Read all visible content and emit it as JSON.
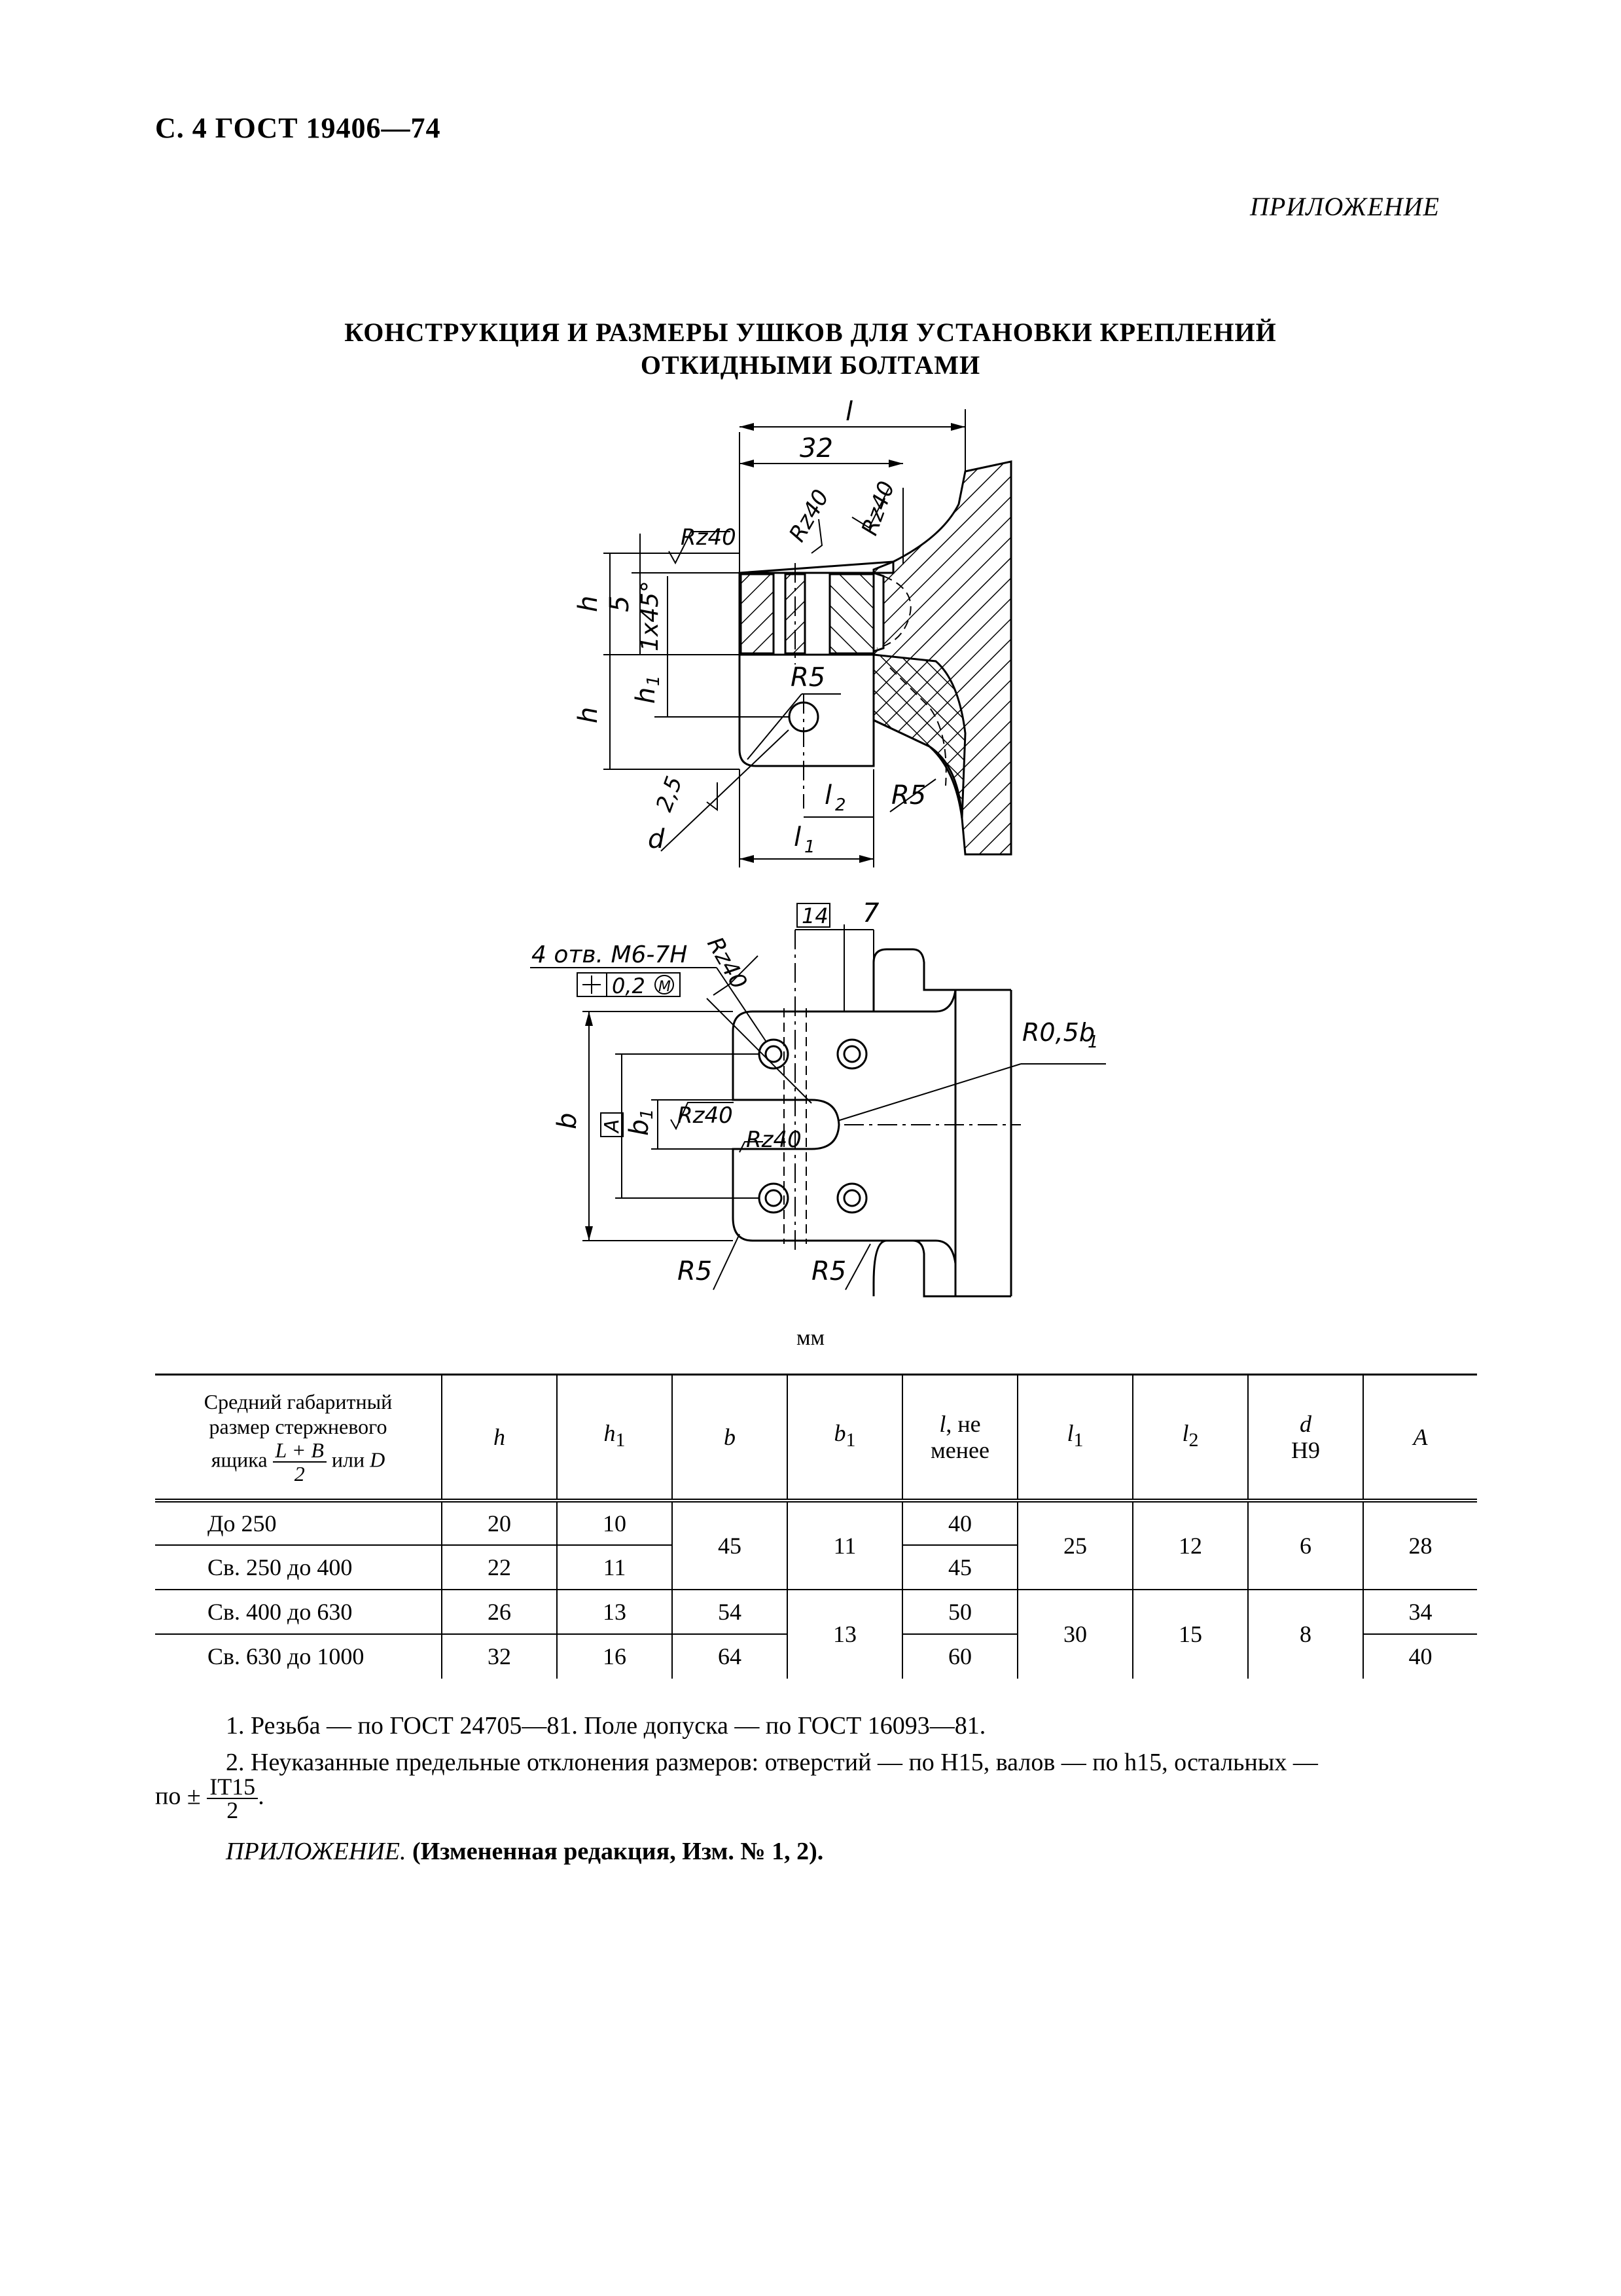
{
  "header": {
    "page": "С. 4 ГОСТ 19406—74",
    "appendix": "ПРИЛОЖЕНИЕ"
  },
  "title": {
    "line1": "КОНСТРУКЦИЯ И РАЗМЕРЫ УШКОВ ДЛЯ УСТАНОВКИ КРЕПЛЕНИЙ",
    "line2": "ОТКИДНЫМИ БОЛТАМИ"
  },
  "drawing": {
    "labels": {
      "l": "l",
      "d32": "32",
      "rz": "Rz40",
      "h": "h",
      "h1": "h",
      "five": "5",
      "chamfer": "1x45°",
      "r5": "R5",
      "angle": "2,5",
      "d": "d",
      "l2": "l",
      "l1": "l",
      "sub1": "1",
      "sub2": "2",
      "holes": "4 отв. М6-7Н",
      "tol": "0,2",
      "tol_m": "M",
      "box14": "14",
      "seven": "7",
      "r05b1": "R0,5b",
      "b": "b",
      "b1": "b",
      "A": "A"
    }
  },
  "units": "мм",
  "table": {
    "header": {
      "col0_line1": "Средний габаритный",
      "col0_line2": "размер стержневого",
      "col0_pre": "ящика",
      "col0_num": "L + B",
      "col0_den": "2",
      "col0_post": "или",
      "col0_D": "D",
      "h": "h",
      "h1": "h",
      "h1_sub": "1",
      "b": "b",
      "b1": "b",
      "b1_sub": "1",
      "l": "l",
      "l_post": ", не",
      "l_line2": "менее",
      "l1": "l",
      "l1_sub": "1",
      "l2": "l",
      "l2_sub": "2",
      "d": "d",
      "d_line2": "H9",
      "A": "A"
    },
    "rows": [
      {
        "size": "До 250",
        "h": "20",
        "h1": "10",
        "b": "45",
        "b1": "11",
        "l": "40",
        "l1": "25",
        "l2": "12",
        "d": "6",
        "A": "28"
      },
      {
        "size": "Св. 250 до 400",
        "h": "22",
        "h1": "11",
        "l": "45"
      },
      {
        "size": "Св. 400 до 630",
        "h": "26",
        "h1": "13",
        "b": "54",
        "b1": "13",
        "l": "50",
        "l1": "30",
        "l2": "15",
        "d": "8",
        "A": "34"
      },
      {
        "size": "Св. 630 до 1000",
        "h": "32",
        "h1": "16",
        "b": "64",
        "l": "60",
        "A": "40"
      }
    ]
  },
  "notes": {
    "n1": "1. Резьба — по ГОСТ 24705—81. Поле допуска — по ГОСТ 16093—81.",
    "n2": "2. Неуказанные предельные отклонения размеров: отверстий — по Н15, валов — по h15, остальных —",
    "n2_pre": "по ±",
    "n2_num": "IT15",
    "n2_den": "2",
    "n2_end": ".",
    "n3_ital": "ПРИЛОЖЕНИЕ.",
    "n3_bold": "(Измененная редакция, Изм. № 1, 2)."
  }
}
